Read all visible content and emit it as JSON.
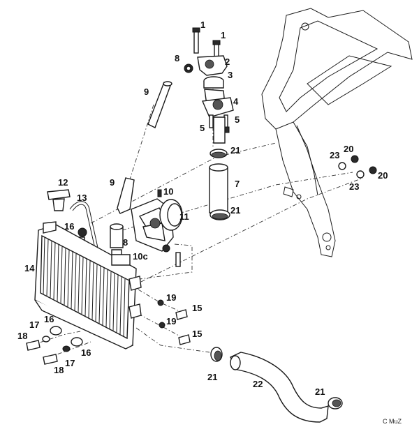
{
  "labels": [
    {
      "text": "1"
    },
    {
      "text": "1"
    },
    {
      "text": "2"
    },
    {
      "text": "3"
    },
    {
      "text": "8"
    },
    {
      "text": "9"
    },
    {
      "text": "4"
    },
    {
      "text": "5"
    },
    {
      "text": "5"
    },
    {
      "text": "21"
    },
    {
      "text": "7"
    },
    {
      "text": "21"
    },
    {
      "text": "9"
    },
    {
      "text": "12"
    },
    {
      "text": "13"
    },
    {
      "text": "10"
    },
    {
      "text": "11"
    },
    {
      "text": "16"
    },
    {
      "text": "8"
    },
    {
      "text": "14"
    },
    {
      "text": "10c"
    },
    {
      "text": "23"
    },
    {
      "text": "20"
    },
    {
      "text": "20"
    },
    {
      "text": "23"
    },
    {
      "text": "19"
    },
    {
      "text": "15"
    },
    {
      "text": "19"
    },
    {
      "text": "15"
    },
    {
      "text": "18"
    },
    {
      "text": "17"
    },
    {
      "text": "16"
    },
    {
      "text": "16"
    },
    {
      "text": "17"
    },
    {
      "text": "18"
    },
    {
      "text": "21"
    },
    {
      "text": "22"
    },
    {
      "text": "21"
    }
  ],
  "copyright": "C MuZ"
}
